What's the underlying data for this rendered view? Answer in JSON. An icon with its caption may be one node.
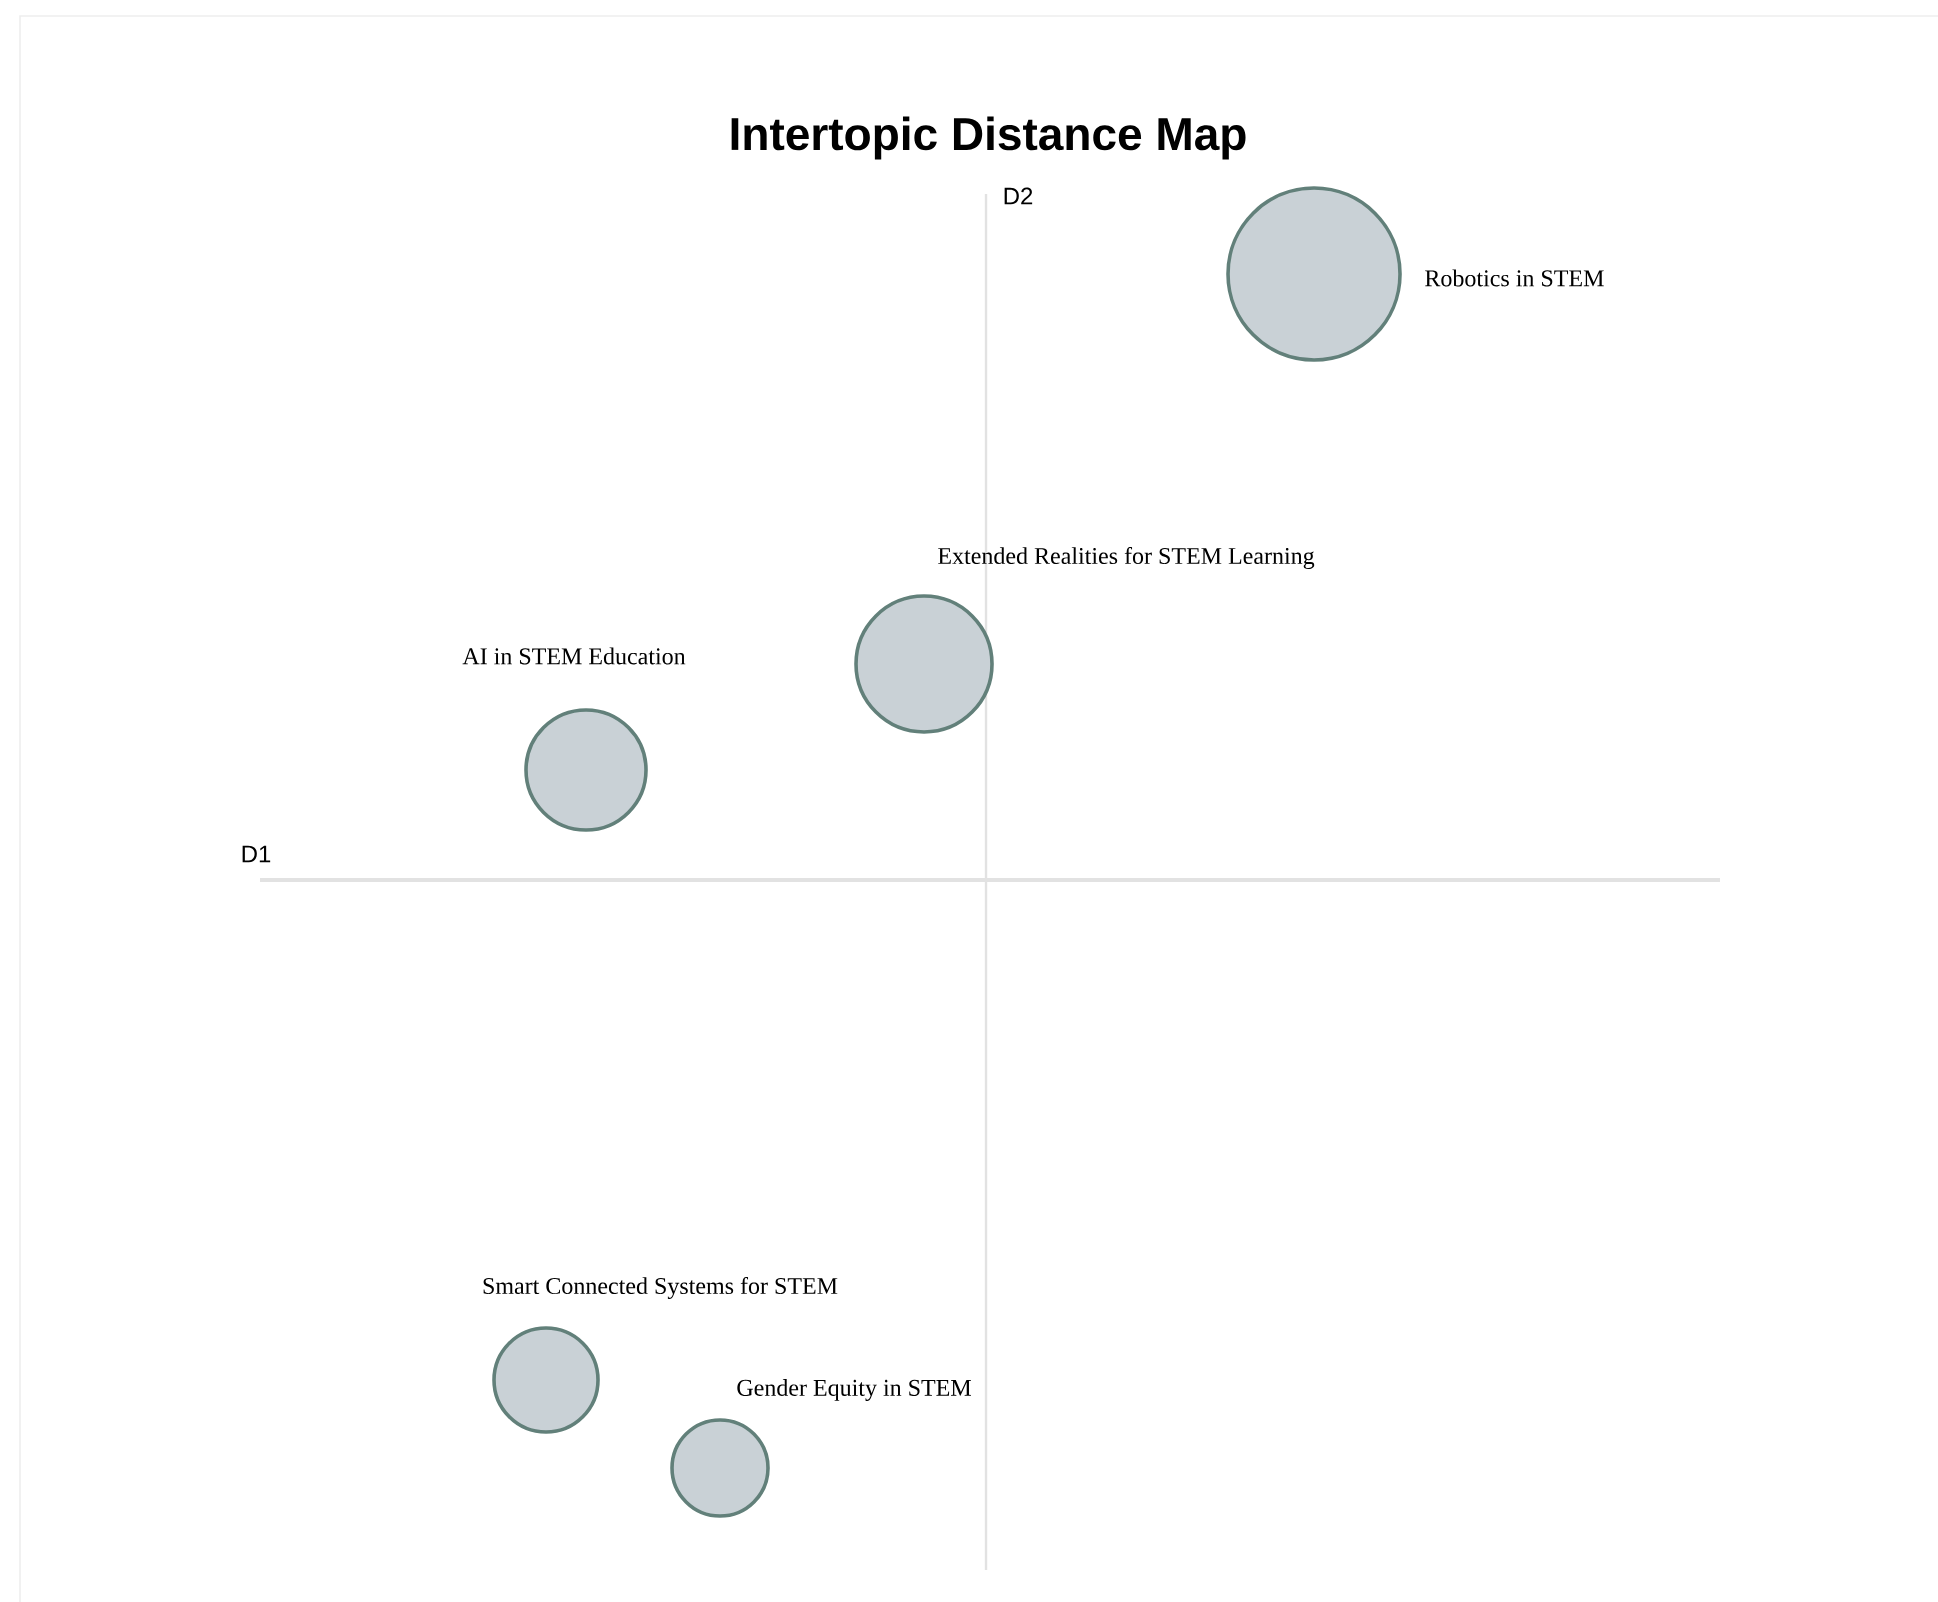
{
  "diagram": {
    "title": "Intertopic Distance Map",
    "nodes": [
      {
        "text": [],
        "shape": "circle",
        "beside": [
          "Robotics in STEM"
        ]
      },
      {
        "text": [],
        "shape": "circle",
        "beside": [
          "Extended Realities for STEM Learning"
        ]
      },
      {
        "text": [],
        "shape": "circle",
        "beside": [
          "AI in STEM Education"
        ]
      },
      {
        "text": [],
        "shape": "circle",
        "beside": [
          "Smart Connected Systems for STEM"
        ]
      },
      {
        "text": [],
        "shape": "circle",
        "beside": [
          "Gender Equity in STEM"
        ]
      }
    ],
    "labels": [
      "D2",
      "D1"
    ]
  }
}
